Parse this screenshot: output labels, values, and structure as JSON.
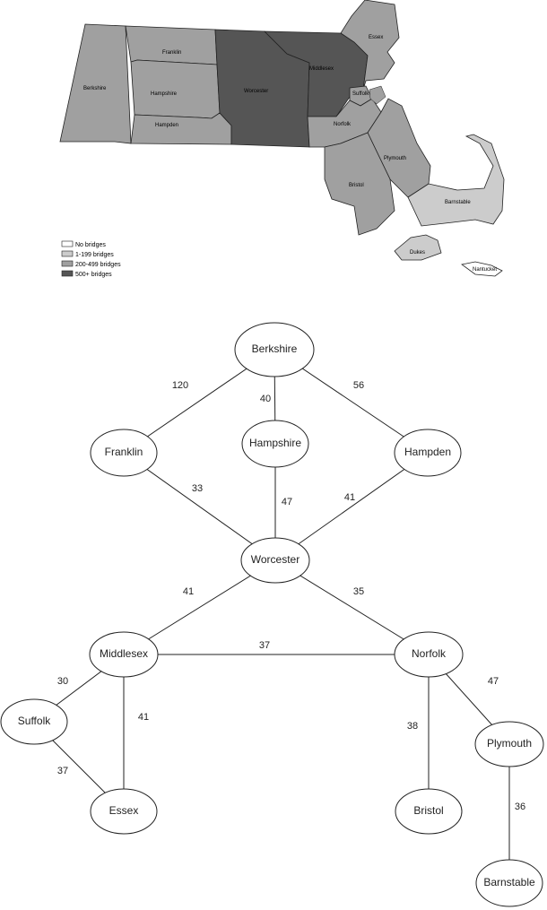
{
  "map": {
    "counties": [
      {
        "id": "berkshire",
        "label": "Berkshire",
        "category": "200-499 bridges"
      },
      {
        "id": "franklin",
        "label": "Franklin",
        "category": "200-499 bridges"
      },
      {
        "id": "hampshire",
        "label": "Hampshire",
        "category": "200-499 bridges"
      },
      {
        "id": "hampden",
        "label": "Hampden",
        "category": "200-499 bridges"
      },
      {
        "id": "worcester",
        "label": "Worcester",
        "category": "500+ bridges"
      },
      {
        "id": "middlesex",
        "label": "Middlesex",
        "category": "500+ bridges"
      },
      {
        "id": "essex",
        "label": "Essex",
        "category": "200-499 bridges"
      },
      {
        "id": "suffolk",
        "label": "Suffolk",
        "category": "200-499 bridges"
      },
      {
        "id": "norfolk",
        "label": "Norfolk",
        "category": "200-499 bridges"
      },
      {
        "id": "bristol",
        "label": "Bristol",
        "category": "200-499 bridges"
      },
      {
        "id": "plymouth",
        "label": "Plymouth",
        "category": "200-499 bridges"
      },
      {
        "id": "barnstable",
        "label": "Barnstable",
        "category": "1-199 bridges"
      },
      {
        "id": "dukes",
        "label": "Dukes",
        "category": "1-199 bridges"
      },
      {
        "id": "nantucket",
        "label": "Nantucket",
        "category": "No bridges"
      }
    ],
    "legend": [
      {
        "label": "No bridges",
        "color": "#ffffff"
      },
      {
        "label": "1-199 bridges",
        "color": "#cccccc"
      },
      {
        "label": "200-499 bridges",
        "color": "#a0a0a0"
      },
      {
        "label": "500+ bridges",
        "color": "#555555"
      }
    ]
  },
  "graph": {
    "nodes": [
      {
        "id": "berkshire",
        "label": "Berkshire"
      },
      {
        "id": "franklin",
        "label": "Franklin"
      },
      {
        "id": "hampshire",
        "label": "Hampshire"
      },
      {
        "id": "hampden",
        "label": "Hampden"
      },
      {
        "id": "worcester",
        "label": "Worcester"
      },
      {
        "id": "middlesex",
        "label": "Middlesex"
      },
      {
        "id": "norfolk",
        "label": "Norfolk"
      },
      {
        "id": "suffolk",
        "label": "Suffolk"
      },
      {
        "id": "essex",
        "label": "Essex"
      },
      {
        "id": "bristol",
        "label": "Bristol"
      },
      {
        "id": "plymouth",
        "label": "Plymouth"
      },
      {
        "id": "barnstable",
        "label": "Barnstable"
      }
    ],
    "edges": [
      {
        "from": "berkshire",
        "to": "franklin",
        "weight": "120"
      },
      {
        "from": "berkshire",
        "to": "hampshire",
        "weight": "40"
      },
      {
        "from": "berkshire",
        "to": "hampden",
        "weight": "56"
      },
      {
        "from": "franklin",
        "to": "worcester",
        "weight": "33"
      },
      {
        "from": "hampshire",
        "to": "worcester",
        "weight": "47"
      },
      {
        "from": "hampden",
        "to": "worcester",
        "weight": "41"
      },
      {
        "from": "worcester",
        "to": "middlesex",
        "weight": "41"
      },
      {
        "from": "worcester",
        "to": "norfolk",
        "weight": "35"
      },
      {
        "from": "middlesex",
        "to": "norfolk",
        "weight": "37"
      },
      {
        "from": "middlesex",
        "to": "suffolk",
        "weight": "30"
      },
      {
        "from": "middlesex",
        "to": "essex",
        "weight": "41"
      },
      {
        "from": "suffolk",
        "to": "essex",
        "weight": "37"
      },
      {
        "from": "norfolk",
        "to": "bristol",
        "weight": "38"
      },
      {
        "from": "norfolk",
        "to": "plymouth",
        "weight": "47"
      },
      {
        "from": "plymouth",
        "to": "barnstable",
        "weight": "36"
      }
    ]
  }
}
